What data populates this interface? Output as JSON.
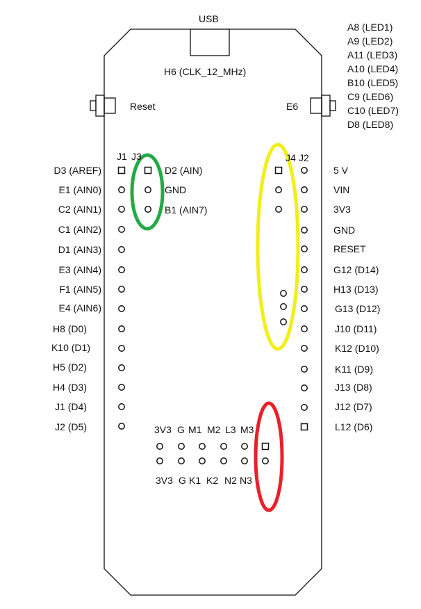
{
  "board": {
    "usb_label": "USB",
    "clock_label": "H6 (CLK_12_MHz)",
    "reset_label": "Reset",
    "e6_label": "E6",
    "led_labels": [
      "A8 (LED1)",
      "A9 (LED2)",
      "A11 (LED3)",
      "A10 (LED4)",
      "B10 (LED5)",
      "C9 (LED6)",
      "C10 (LED7)",
      "D8 (LED8)"
    ]
  },
  "headers": {
    "j1_label": "J1",
    "j3_label": "J3",
    "j4_label": "J4",
    "j2_label": "J2",
    "left_pins": [
      "D3 (AREF)",
      "E1 (AIN0)",
      "C2 (AIN1)",
      "C1 (AIN2)",
      "D1 (AIN3)",
      "E3 (AIN4)",
      "F1 (AIN5)",
      "E4 (AIN6)",
      "H8 (D0)",
      "K10 (D1)",
      "H5 (D2)",
      "H4 (D3)",
      "J1 (D4)",
      "J2 (D5)"
    ],
    "j3_pins": [
      "D2 (AIN)",
      "GND",
      "B1 (AIN7)"
    ],
    "right_pins": [
      "5 V",
      "VIN",
      "3V3",
      "GND",
      "RESET",
      "G12 (D14)",
      "H13 (D13)",
      "G13 (D12)",
      "J10 (D11)",
      "K12 (D10)",
      "K11 (D9)",
      "J13 (D8)",
      "J12 (D7)",
      "L12 (D6)"
    ],
    "bottom_top_labels": [
      "3V3",
      "G",
      "M1",
      "M2",
      "L3",
      "M3"
    ],
    "bottom_bottom_labels": [
      "3V3",
      "G",
      "K1",
      "K2",
      "N2",
      "N3"
    ]
  },
  "highlights": {
    "green": "#22aa44",
    "yellow": "#f2ee1a",
    "red": "#e8202a"
  }
}
